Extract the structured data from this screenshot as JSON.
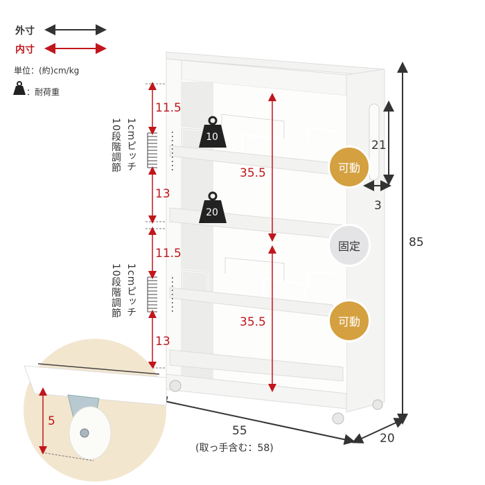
{
  "legend": {
    "outer_label": "外寸",
    "inner_label": "内寸",
    "unit_label": "単位：(約)cm/kg",
    "load_label": "：耐荷重",
    "colors": {
      "outer": "#333333",
      "inner": "#c0161c"
    }
  },
  "pitch_note": {
    "steps": "10段階調節",
    "pitch": "1cmピッチ"
  },
  "upper_section": {
    "top_gap": "11.5",
    "bottom_gap": "13",
    "inner_height": "35.5",
    "load_upper": "10",
    "load_lower": "20",
    "badge": "可動"
  },
  "fixed_badge": "固定",
  "lower_section": {
    "top_gap": "11.5",
    "bottom_gap": "13",
    "inner_height": "35.5",
    "badge": "可動"
  },
  "handle": {
    "height": "21",
    "depth": "3"
  },
  "overall": {
    "height": "85",
    "width": "55",
    "width_note": "(取っ手含む：58)",
    "depth": "20"
  },
  "caster": {
    "height": "5"
  },
  "badge_colors": {
    "movable": "#d4a040",
    "fixed": "#e4e4e6"
  }
}
